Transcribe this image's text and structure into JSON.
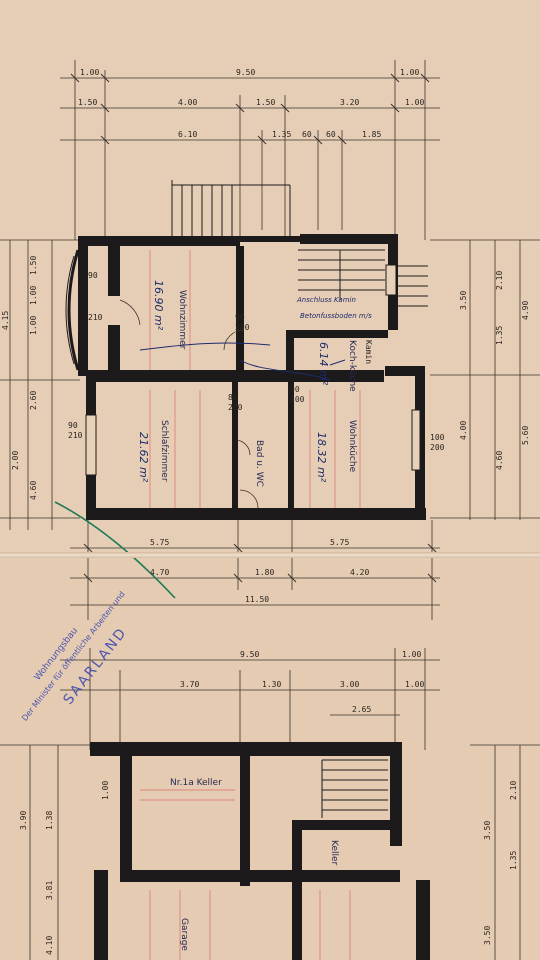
{
  "colors": {
    "paper": "#e4cbb2",
    "wall": "#1c1a1a",
    "dimension_line": "#3a322c",
    "red_pencil": "#d34848",
    "blue_ink": "#1d2b6b",
    "stamp_ink": "#4a55b0",
    "green_pen": "#1f7a55"
  },
  "upper_plan": {
    "top_dims_row1": [
      "1.00",
      "9.50",
      "1.00"
    ],
    "top_dims_row2": [
      "1.50",
      "4.00",
      "1.50",
      "3.20",
      "1.00"
    ],
    "top_dims_row3": [
      "6.10",
      "1.35",
      "60",
      "60",
      "1.85"
    ],
    "bottom_dims_row1": [
      "5.75",
      "5.75"
    ],
    "bottom_dims_row2": [
      "4.70",
      "1.80",
      "4.20"
    ],
    "bottom_dims_row3": [
      "11.50"
    ],
    "left_dims": [
      "4.15",
      "1.50",
      "1.00",
      "1.00",
      "2.60",
      "2.00",
      "4.60"
    ],
    "right_dims": [
      "3.50",
      "2.10",
      "1.35",
      "4.00",
      "4.90",
      "5.60",
      "4.60"
    ],
    "rooms": {
      "wohnzimmer": "Wohnzimmer",
      "wohnzimmer_area": "16.90 m²",
      "schlafzimmer": "Schlafzimmer",
      "schlafzimmer_area": "21.62 m²",
      "bad_wc": "Bad u. WC",
      "kueche": "Koch-küche",
      "kueche_area": "6.14 m²",
      "wohnkueche": "Wohnküche",
      "wohnkueche_area": "18.32 m²"
    },
    "notes": {
      "kamin": "Kamin",
      "note_1": "Anschluss Kamin",
      "note_2": "Betonfussboden m/s"
    },
    "opening_labels": [
      "90",
      "210",
      "90",
      "200",
      "80",
      "200",
      "90",
      "200",
      "100",
      "200",
      "90",
      "210"
    ]
  },
  "lower_plan": {
    "top_dims_row1": [
      "9.50",
      "1.00"
    ],
    "top_dims_row2": [
      "3.70",
      "1.30",
      "3.00",
      "1.00"
    ],
    "top_dims_row3": [
      "2.65"
    ],
    "left_dims": [
      "1.00",
      "1.38",
      "3.90",
      "3.81",
      "4.10"
    ],
    "right_dims": [
      "2.10",
      "3.50",
      "1.35",
      "3.50"
    ],
    "rooms": {
      "keller_1": "Nr.1a Keller",
      "keller_2": "Keller",
      "garage": "Garage"
    }
  },
  "stamp": {
    "line_1": "SAARLAND",
    "line_2": "Der Minister für öffentliche Arbeiten und",
    "line_3": "Wohnungsbau"
  }
}
